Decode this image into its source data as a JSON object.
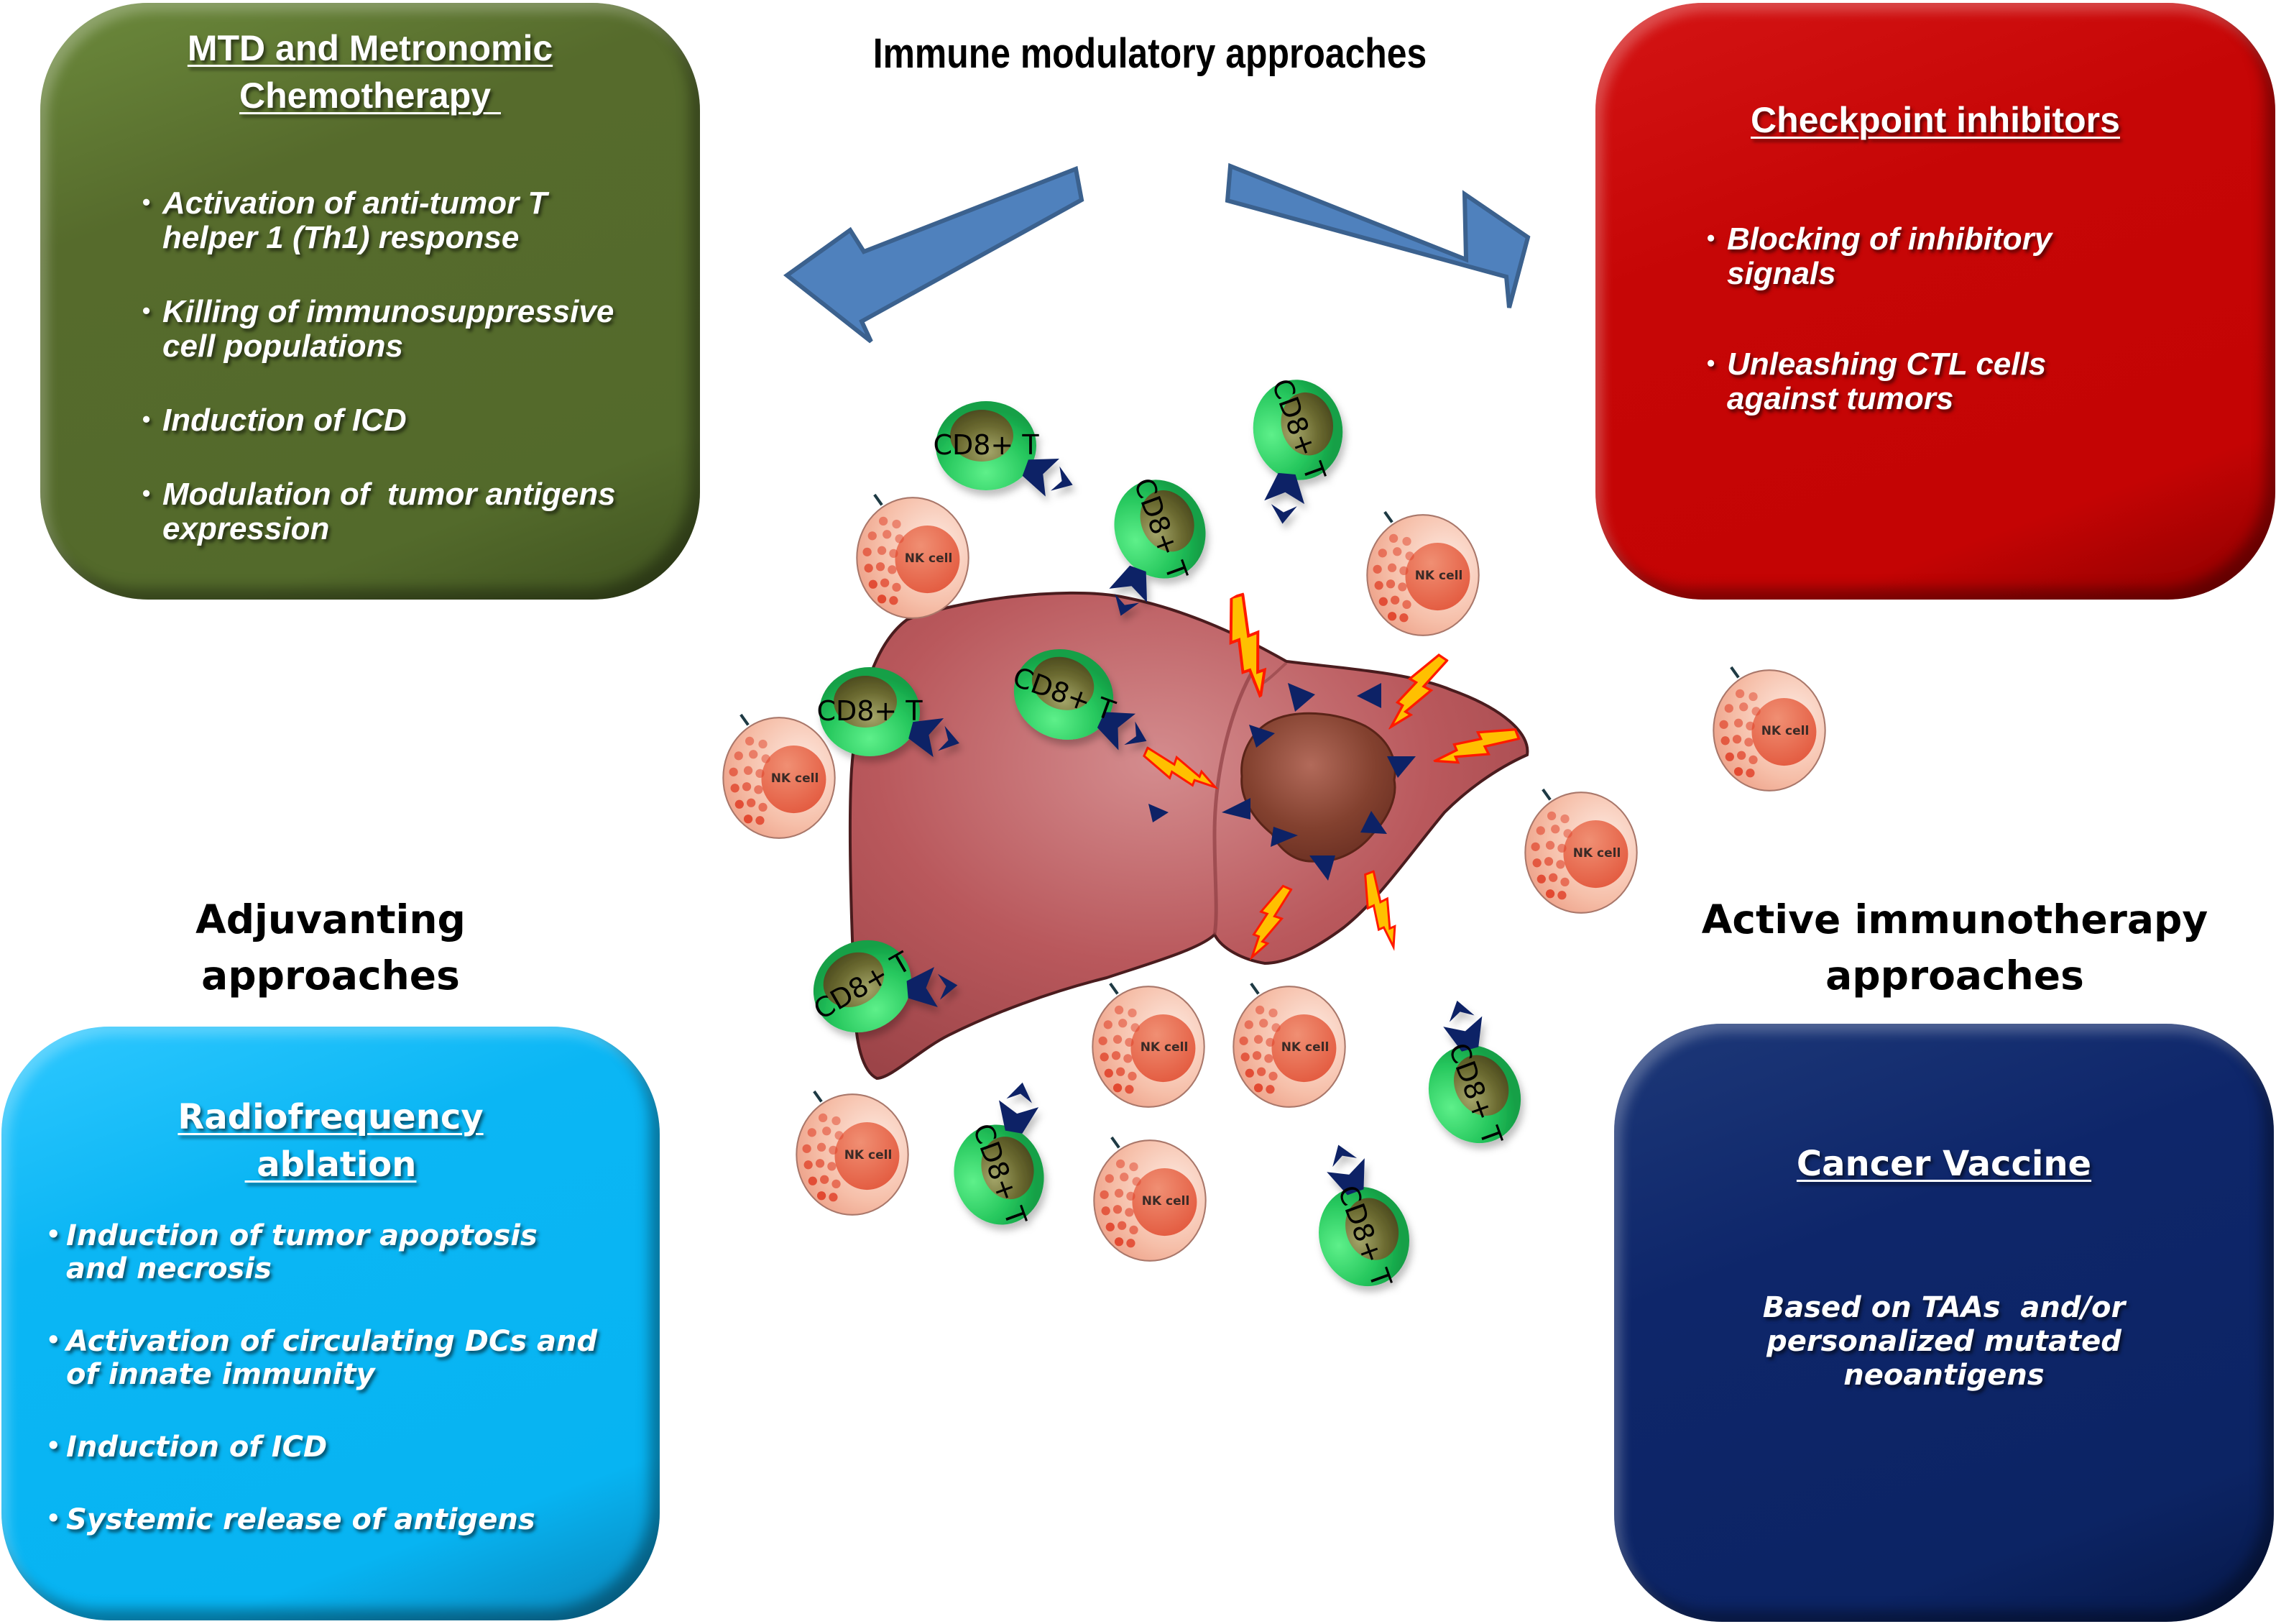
{
  "headings": {
    "immune_modulatory": "Immune modulatory approaches",
    "adjuvanting": [
      "Adjuvanting",
      "approaches"
    ],
    "active_immunotherapy": [
      "Active immunotherapy",
      "approaches"
    ]
  },
  "boxes": {
    "chemotherapy": {
      "title_lines": [
        "MTD and Metronomic",
        "Chemotherapy "
      ],
      "color": "#566b2c",
      "bullets": [
        [
          "Activation of anti-tumor T",
          "helper 1 (Th1) response"
        ],
        [
          "Killing of immunosuppressive",
          "cell populations"
        ],
        [
          "Induction of ICD"
        ],
        [
          "Modulation of  tumor antigens",
          "expression"
        ]
      ]
    },
    "checkpoint": {
      "title_lines": [
        "Checkpoint inhibitors"
      ],
      "color": "#c40404",
      "bullets": [
        [
          "Blocking of inhibitory",
          "signals"
        ],
        [
          "Unleashing CTL cells",
          "against tumors"
        ]
      ]
    },
    "radiofrequency": {
      "title_lines": [
        "Radiofrequency",
        " ablation"
      ],
      "color": "#07b4f2",
      "bullets": [
        [
          "Induction of tumor apoptosis",
          "and necrosis"
        ],
        [
          "Activation of circulating DCs and",
          "of innate immunity"
        ],
        [
          "Induction of ICD"
        ],
        [
          "Systemic release of antigens"
        ]
      ]
    },
    "vaccine": {
      "title_lines": [
        "Cancer Vaccine"
      ],
      "color": "#0c2464",
      "body_lines": [
        "Based on TAAs  and/or",
        "personalized mutated",
        "neoantigens"
      ]
    }
  },
  "arrows": {
    "color": "#4f81bd",
    "directions": [
      "down-left",
      "down-right"
    ]
  },
  "cells": {
    "nk_label": "NK cell",
    "cd8_label": "CD8+ T",
    "nk_count": 10,
    "cd8_count": 10
  },
  "colors": {
    "liver": "#b85a5e",
    "tumor": "#7a3a2a",
    "lightning_fill": "#ffc000",
    "lightning_stroke": "#ff1a00",
    "antibody": "#0d2266",
    "cd8_outer": "#1fbf5a",
    "cd8_nucleus": "#6b6a2e",
    "nk_outer": "#f7c1ae",
    "nk_nucleus": "#e8684c"
  }
}
